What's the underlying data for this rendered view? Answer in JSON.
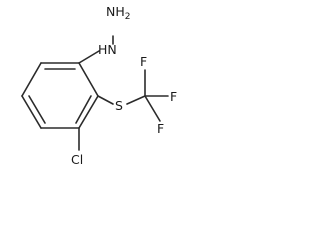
{
  "molecule": {
    "atoms": {
      "amine_nh2": {
        "symbol": "NH",
        "subscript": "2"
      },
      "hydrazine_nh": {
        "symbol": "HN"
      },
      "sulfur": {
        "symbol": "S"
      },
      "chlorine": {
        "symbol": "Cl"
      },
      "fluorine_top": {
        "symbol": "F"
      },
      "fluorine_right": {
        "symbol": "F"
      },
      "fluorine_bottom": {
        "symbol": "F"
      }
    }
  }
}
